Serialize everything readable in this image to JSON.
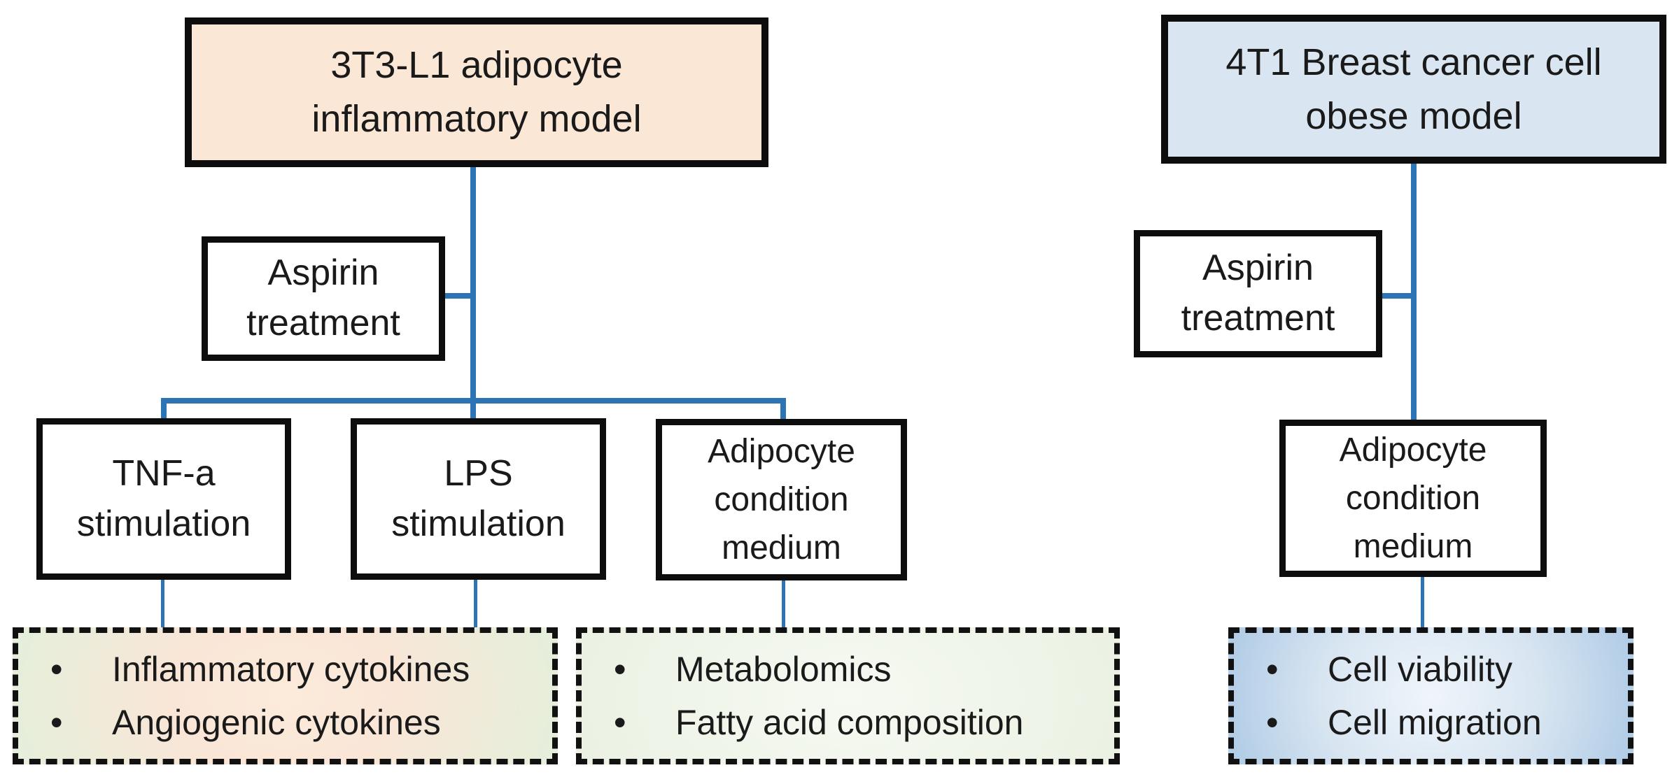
{
  "figure": {
    "type": "flowchart",
    "description": "Experimental design diagram with two cell-model workflows"
  },
  "bullet_char": "•",
  "nodes": {
    "model_left": {
      "label": "3T3-L1 adipocyte\ninflammatory model"
    },
    "model_right": {
      "label": "4T1 Breast cancer cell\nobese model"
    },
    "aspirin_left": {
      "label": "Aspirin\ntreatment"
    },
    "aspirin_right": {
      "label": "Aspirin\ntreatment"
    },
    "tnf": {
      "label": "TNF-a\nstimulation"
    },
    "lps": {
      "label": "LPS\nstimulation"
    },
    "acm_left": {
      "label": "Adipocyte\ncondition\nmedium"
    },
    "acm_right": {
      "label": "Adipocyte\ncondition\nmedium"
    }
  },
  "outcomes": {
    "cytokines": {
      "items": [
        "Inflammatory cytokines",
        "Angiogenic cytokines"
      ]
    },
    "metabolomics": {
      "items": [
        "Metabolomics",
        "Fatty acid composition"
      ]
    },
    "cancer": {
      "items": [
        "Cell viability",
        "Cell migration"
      ]
    }
  },
  "colors": {
    "ink": "#1a1a1a",
    "border": "#0d0d0d",
    "line": "#2d74b5",
    "peach": "#fbe7d6",
    "lightblue": "#d9e5f0",
    "g1c": "#fceadb",
    "g1m": "#f9e6d7",
    "g1e": "#e5efdb",
    "g2c": "#f6f9f2",
    "g2e": "#e9f1e1",
    "g3c": "#eff5fb",
    "g3m": "#d8e5f1",
    "g3e": "#a9c7e4"
  }
}
